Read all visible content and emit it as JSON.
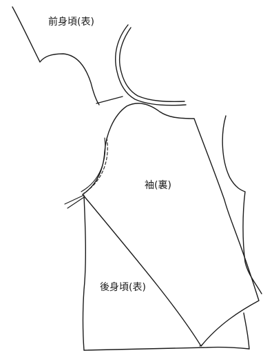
{
  "diagram": {
    "pieces": {
      "front_bodice": {
        "label": "前身頃(表)"
      },
      "sleeve": {
        "label": "袖(裏)"
      },
      "back_bodice": {
        "label": "後身頃(表)"
      }
    },
    "line_color": "#1a1a1a",
    "background_color": "#ffffff"
  }
}
